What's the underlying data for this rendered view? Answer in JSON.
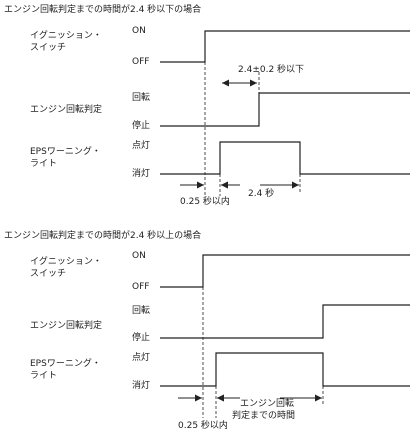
{
  "section1": {
    "heading": "エンジン回転判定までの時間が2.4 秒以下の場合",
    "ignition_label_line1": "イグニッション・",
    "ignition_label_line2": "スイッチ",
    "on": "ON",
    "off": "OFF",
    "engine_label": "エンジン回転判定",
    "rotating": "回転",
    "stopped": "停止",
    "eps_label_line1": "EPSワーニング・",
    "eps_label_line2": "ライト",
    "lit": "点灯",
    "unlit": "消灯",
    "engine_delay": "2.4±0.2 秒以下",
    "lamp_delay": "0.25 秒以内",
    "lamp_duration": "2.4 秒"
  },
  "section2": {
    "heading": "エンジン回転判定までの時間が2.4 秒以上の場合",
    "ignition_label_line1": "イグニッション・",
    "ignition_label_line2": "スイッチ",
    "on": "ON",
    "off": "OFF",
    "engine_label": "エンジン回転判定",
    "rotating": "回転",
    "stopped": "停止",
    "eps_label_line1": "EPSワーニング・",
    "eps_label_line2": "ライト",
    "lit": "点灯",
    "unlit": "消灯",
    "lamp_delay": "0.25 秒以内",
    "lamp_duration_line1": "エンジン回転",
    "lamp_duration_line2": "判定までの時間"
  }
}
